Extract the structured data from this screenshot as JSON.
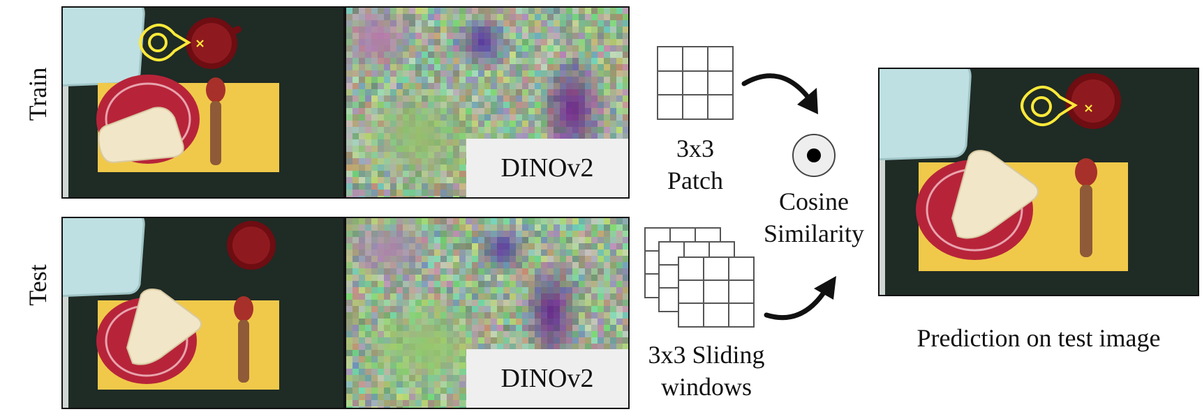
{
  "rows": {
    "train": {
      "label": "Train",
      "feature_label": "DINOv2"
    },
    "test": {
      "label": "Test",
      "feature_label": "DINOv2"
    }
  },
  "patch": {
    "line1": "3x3",
    "line2": "Patch"
  },
  "windows": {
    "line1": "3x3 Sliding",
    "line2": "windows"
  },
  "similarity": {
    "line1": "Cosine",
    "line2": "Similarity"
  },
  "prediction": {
    "caption": "Prediction on test image"
  },
  "colors": {
    "background": "#1f2b25",
    "placemat": "#f0c94a",
    "plate": "#c02a3a",
    "bowl": "#7a0f14",
    "tray": "#bfe0e2",
    "bread": "#f1e6c8",
    "marker": "#ffe93a"
  }
}
